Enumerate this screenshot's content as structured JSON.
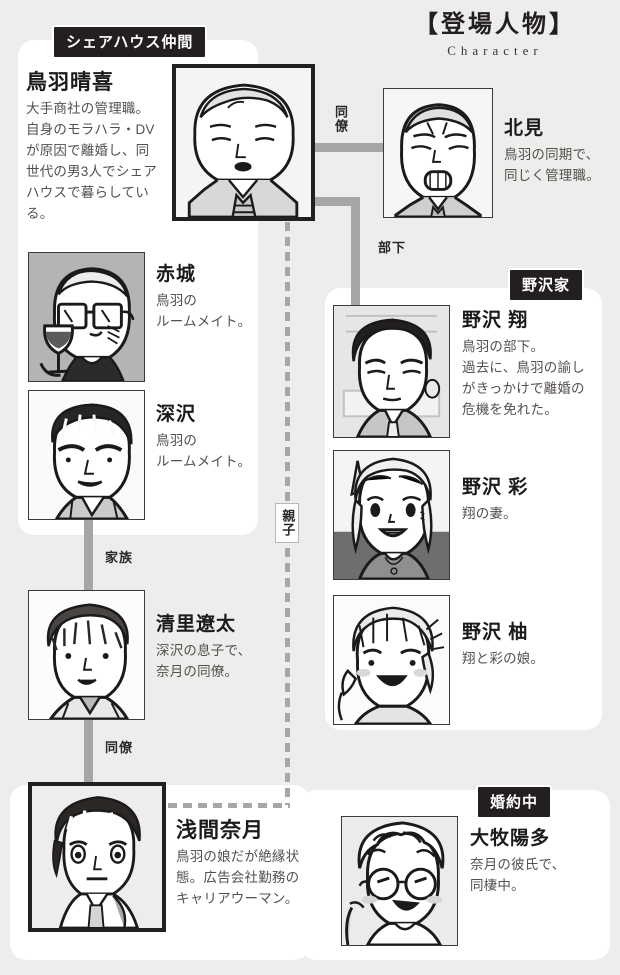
{
  "header": {
    "title_jp": "【登場人物】",
    "title_en": "Character"
  },
  "sections": {
    "sharehouse": "シェアハウス仲間",
    "nozawa": "野沢家",
    "engaged": "婚約中"
  },
  "people": {
    "toba": {
      "name": "鳥羽晴喜",
      "desc": "大手商社の管理職。\n自身のモラハラ・DV\nが原因で離婚し、同\n世代の男3人でシェア\nハウスで暮らしている。"
    },
    "kitami": {
      "name": "北見",
      "desc": "鳥羽の同期で、\n同じく管理職。"
    },
    "akagi": {
      "name": "赤城",
      "desc": "鳥羽の\nルームメイト。"
    },
    "fukazawa": {
      "name": "深沢",
      "desc": "鳥羽の\nルームメイト。"
    },
    "kiyosato": {
      "name": "清里遼太",
      "desc": "深沢の息子で、\n奈月の同僚。"
    },
    "natsuki": {
      "name": "浅間奈月",
      "desc": "鳥羽の娘だが絶縁状\n態。広告会社勤務の\nキャリアウーマン。"
    },
    "sho": {
      "name": "野沢 翔",
      "desc": "鳥羽の部下。\n過去に、鳥羽の諭し\nがきっかけで離婚の\n危機を免れた。"
    },
    "aya": {
      "name": "野沢 彩",
      "desc": "翔の妻。"
    },
    "yuzu": {
      "name": "野沢 柚",
      "desc": "翔と彩の娘。"
    },
    "oomaki": {
      "name": "大牧陽多",
      "desc": "奈月の彼氏で、\n同棲中。"
    }
  },
  "relations": {
    "colleague_top": "同僚",
    "subordinate": "部下",
    "family": "家族",
    "colleague_bottom": "同僚",
    "parent_child": "親子"
  },
  "colors": {
    "page_background": "#ededec",
    "card": "#ffffff",
    "badge": "#231f1e",
    "connector": "#a8a6a4",
    "text": "#1d1b1a",
    "text_muted": "#54504e"
  }
}
